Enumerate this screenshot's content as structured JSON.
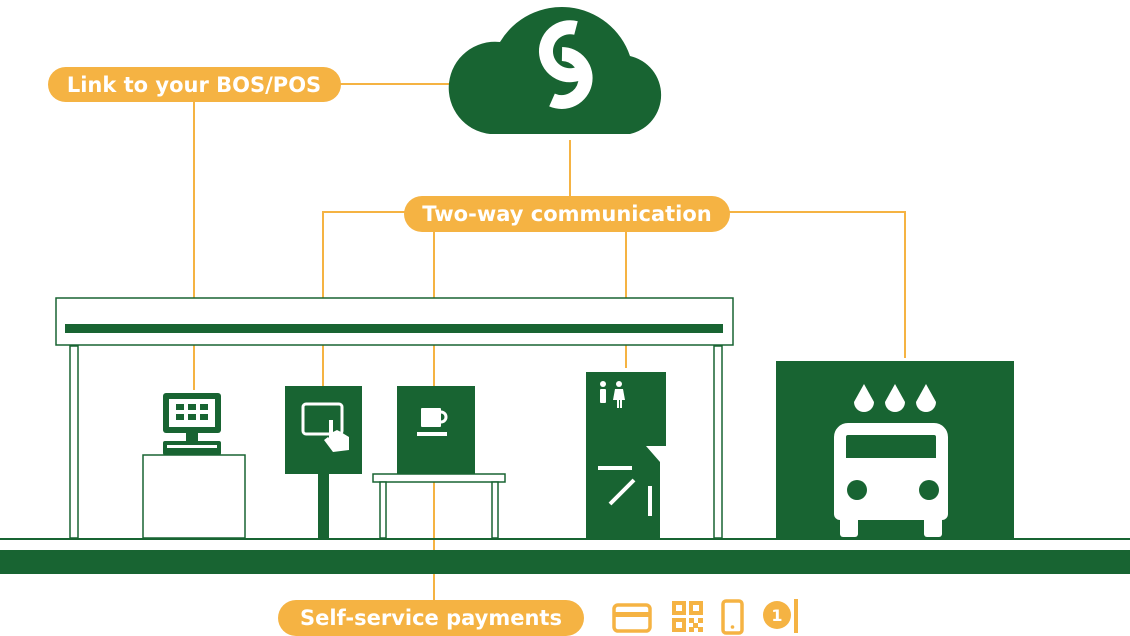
{
  "colors": {
    "brand_green": "#186432",
    "accent_orange": "#f5b343",
    "background": "#ffffff"
  },
  "labels": {
    "bos_pos": "Link to your BOS/POS",
    "two_way": "Two-way communication",
    "self_service": "Self-service payments",
    "queue_number": "1"
  },
  "icons": {
    "cloud": "cloud-logo-icon",
    "pos": "pos-terminal-icon",
    "kiosk": "touch-kiosk-icon",
    "coffee": "coffee-machine-icon",
    "restroom": "restroom-gate-icon",
    "carwash": "car-wash-icon",
    "payment_methods": [
      "credit-card-icon",
      "qr-code-icon",
      "smartphone-icon",
      "queue-number-icon"
    ]
  }
}
